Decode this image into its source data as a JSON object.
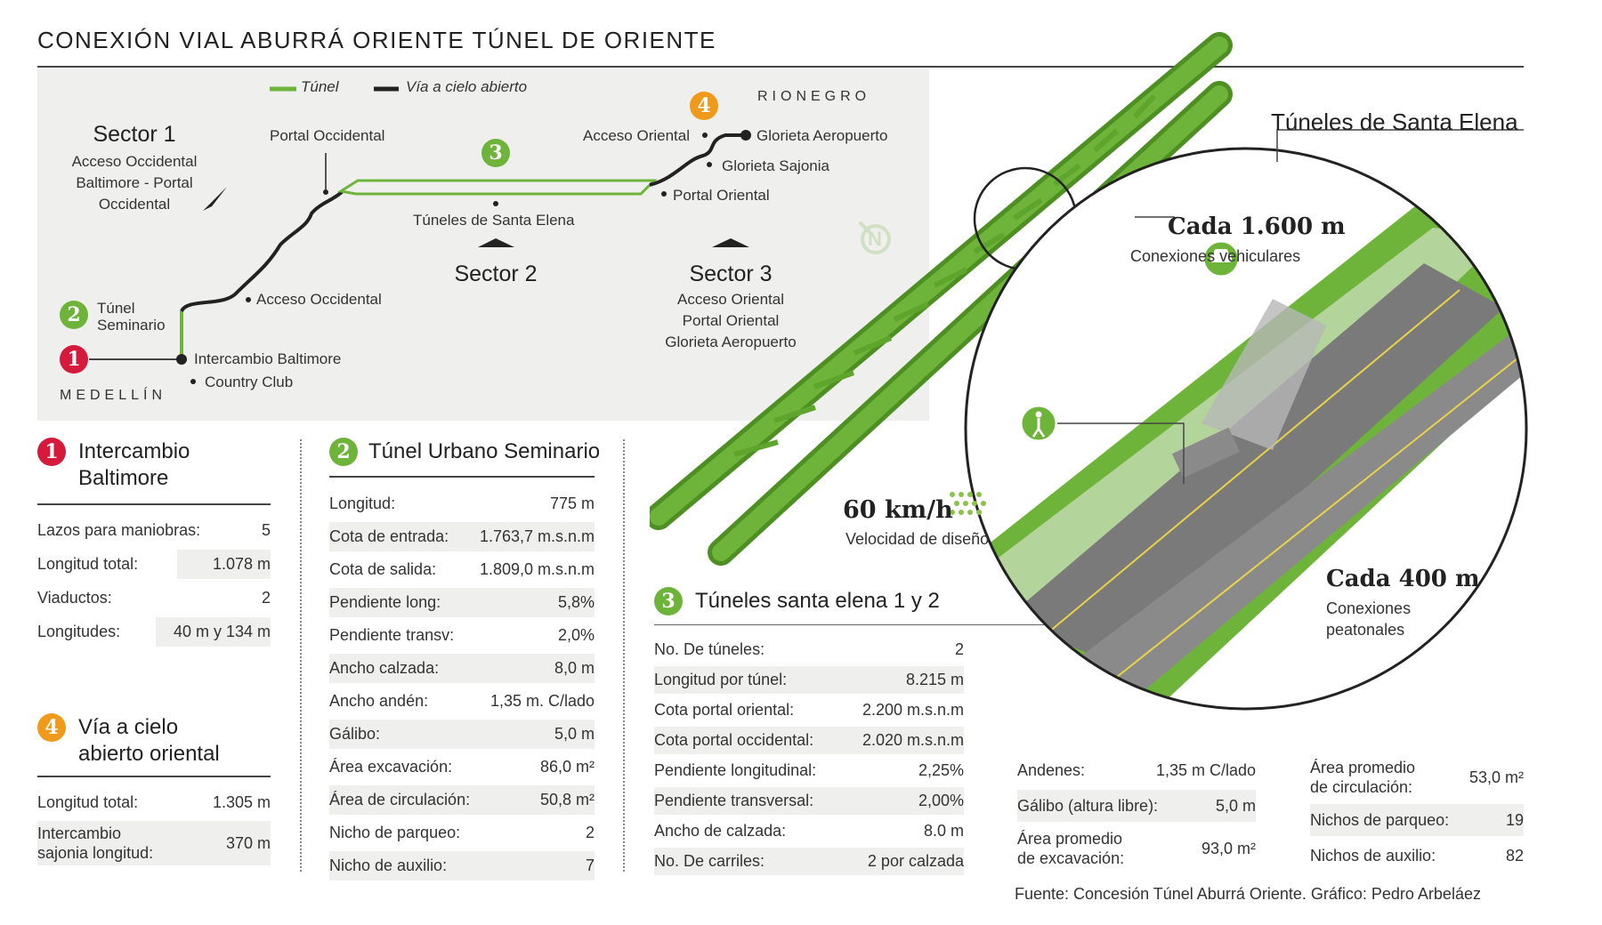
{
  "title": "CONEXIÓN VIAL ABURRÁ ORIENTE TÚNEL DE ORIENTE",
  "legend": {
    "tunnel": "Túnel",
    "open": "Vía a cielo abierto"
  },
  "colors": {
    "green": "#6fb43a",
    "red": "#d61a3c",
    "orange": "#f09a1c",
    "map_bg": "#efefed"
  },
  "map": {
    "sector1": {
      "title": "Sector 1",
      "lines": [
        "Acceso Occidental",
        "Baltimore - Portal",
        "Occidental"
      ]
    },
    "sector2": {
      "title": "Sector 2"
    },
    "sector3": {
      "title": "Sector 3",
      "lines": [
        "Acceso Oriental",
        "Portal Oriental",
        "Glorieta Aeropuerto"
      ]
    },
    "places": {
      "portal_occidental": "Portal Occidental",
      "acceso_occidental": "Acceso Occidental",
      "tuneles_santa_elena": "Túneles de Santa Elena",
      "acceso_oriental": "Acceso Oriental",
      "glorieta_aeropuerto": "Glorieta Aeropuerto",
      "glorieta_sajonia": "Glorieta Sajonia",
      "portal_oriental": "Portal Oriental",
      "tunel_seminario": [
        "Túnel",
        "Seminario"
      ],
      "intercambio_baltimore": "Intercambio Baltimore",
      "country_club": "Country Club"
    },
    "cities": {
      "west": "MEDELLÍN",
      "east": "RIONEGRO"
    },
    "markers": [
      "1",
      "2",
      "3",
      "4"
    ],
    "north": "N",
    "north_icon": "compass-north-icon"
  },
  "section1": {
    "number": "1",
    "title_lines": [
      "Intercambio",
      "Baltimore"
    ],
    "rows": [
      {
        "label": "Lazos para maniobras:",
        "value": "5"
      },
      {
        "label": "Longitud total:",
        "value": "1.078 m"
      },
      {
        "label": "Viaductos:",
        "value": "2"
      },
      {
        "label": "Longitudes:",
        "value": "40 m y 134 m"
      }
    ]
  },
  "section4": {
    "number": "4",
    "title_lines": [
      "Vía a cielo",
      "abierto oriental"
    ],
    "rows": [
      {
        "label": "Longitud total:",
        "value": "1.305 m"
      },
      {
        "label_lines": [
          "Intercambio",
          "sajonia longitud:"
        ],
        "value": "370 m"
      }
    ]
  },
  "section2": {
    "number": "2",
    "title": "Túnel Urbano Seminario",
    "rows": [
      {
        "label": "Longitud:",
        "value": "775 m"
      },
      {
        "label": "Cota de entrada:",
        "value": "1.763,7 m.s.n.m"
      },
      {
        "label": "Cota de salida:",
        "value": "1.809,0 m.s.n.m"
      },
      {
        "label": "Pendiente long:",
        "value": "5,8%"
      },
      {
        "label": "Pendiente transv:",
        "value": "2,0%"
      },
      {
        "label": "Ancho calzada:",
        "value": "8,0 m"
      },
      {
        "label": "Ancho andén:",
        "value": "1,35 m. C/lado"
      },
      {
        "label": "Gálibo:",
        "value": "5,0 m"
      },
      {
        "label": "Área excavación:",
        "value": "86,0 m²"
      },
      {
        "label": "Área de circulación:",
        "value": "50,8 m²"
      },
      {
        "label": "Nicho de parqueo:",
        "value": "2"
      },
      {
        "label": "Nicho de auxilio:",
        "value": "7"
      }
    ]
  },
  "section3": {
    "number": "3",
    "title": "Túneles santa elena 1 y  2",
    "rows": [
      {
        "label": "No. De túneles:",
        "value": "2"
      },
      {
        "label": "Longitud por túnel:",
        "value": "8.215 m"
      },
      {
        "label": "Cota portal oriental:",
        "value": "2.200 m.s.n.m"
      },
      {
        "label": "Cota portal occidental:",
        "value": "2.020 m.s.n.m"
      },
      {
        "label": "Pendiente longitudinal:",
        "value": "2,25%"
      },
      {
        "label": "Pendiente transversal:",
        "value": "2,00%"
      },
      {
        "label": "Ancho de calzada:",
        "value": "8.0 m"
      },
      {
        "label": "No. De carriles:",
        "value": "2 por calzada"
      }
    ]
  },
  "illustration": {
    "header": "Túneles de Santa Elena",
    "every_1600": "Cada 1.600 m",
    "vehicle_connections": "Conexiones vehiculares",
    "every_400": "Cada 400 m",
    "pedestrian_connections": [
      "Conexiones",
      "peatonales"
    ],
    "speed": "60 km/h",
    "speed_label": "Velocidad de diseño",
    "car_icon": "car-icon",
    "pedestrian_icon": "pedestrian-icon"
  },
  "extra_specs": {
    "col1": [
      {
        "label": "Andenes:",
        "value": "1,35 m  C/lado"
      },
      {
        "label": "Gálibo (altura libre):",
        "value": "5,0 m"
      },
      {
        "label_lines": [
          "Área promedio",
          "de excavación:"
        ],
        "value": "93,0 m²"
      }
    ],
    "col2": [
      {
        "label_lines": [
          "Área promedio",
          "de circulación:"
        ],
        "value": "53,0 m²"
      },
      {
        "label": "Nichos de parqueo:",
        "value": "19"
      },
      {
        "label": "Nichos de auxilio:",
        "value": "82"
      }
    ]
  },
  "footer": "Fuente: Concesión Túnel Aburrá Oriente. Gráfico: Pedro Arbeláez"
}
